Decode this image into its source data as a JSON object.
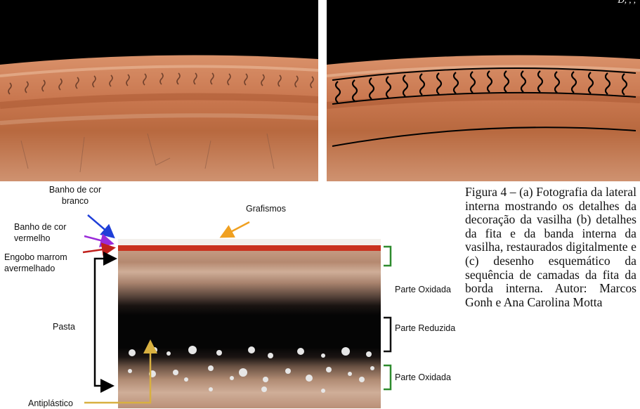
{
  "header_note": "D, , ,",
  "diagram": {
    "labels": {
      "banho_branco": "Banho de cor branco",
      "banho_vermelho": "Banho de cor vermelho",
      "engobo": "Engobo marrom avermelhado",
      "pasta": "Pasta",
      "antiplastico": "Antiplástico",
      "grafismos": "Grafismos",
      "oxidada_top": "Parte Oxidada",
      "reduzida": "Parte Reduzida",
      "oxidada_bottom": "Parte Oxidada"
    },
    "colors": {
      "arrow_white_layer": "#1f3fd8",
      "arrow_red_layer": "#9a2bd9",
      "arrow_engobo": "#c0201c",
      "arrow_grafismos": "#f0a020",
      "arrow_antiplastico": "#d8b040",
      "bracket_oxidada": "#2e8b2e",
      "bracket_reduzida": "#111111"
    }
  },
  "caption": {
    "text": "Figura 4 – (a) Fotografia da lateral interna mostrando os detalhes da decoração da vasilha (b) detalhes da fita e da banda interna da vasilha, restaurados digitalmente e (c) desenho esquemático da sequência de camadas da fita da borda interna. Autor: Marcos Gonh e Ana Carolina Motta"
  }
}
